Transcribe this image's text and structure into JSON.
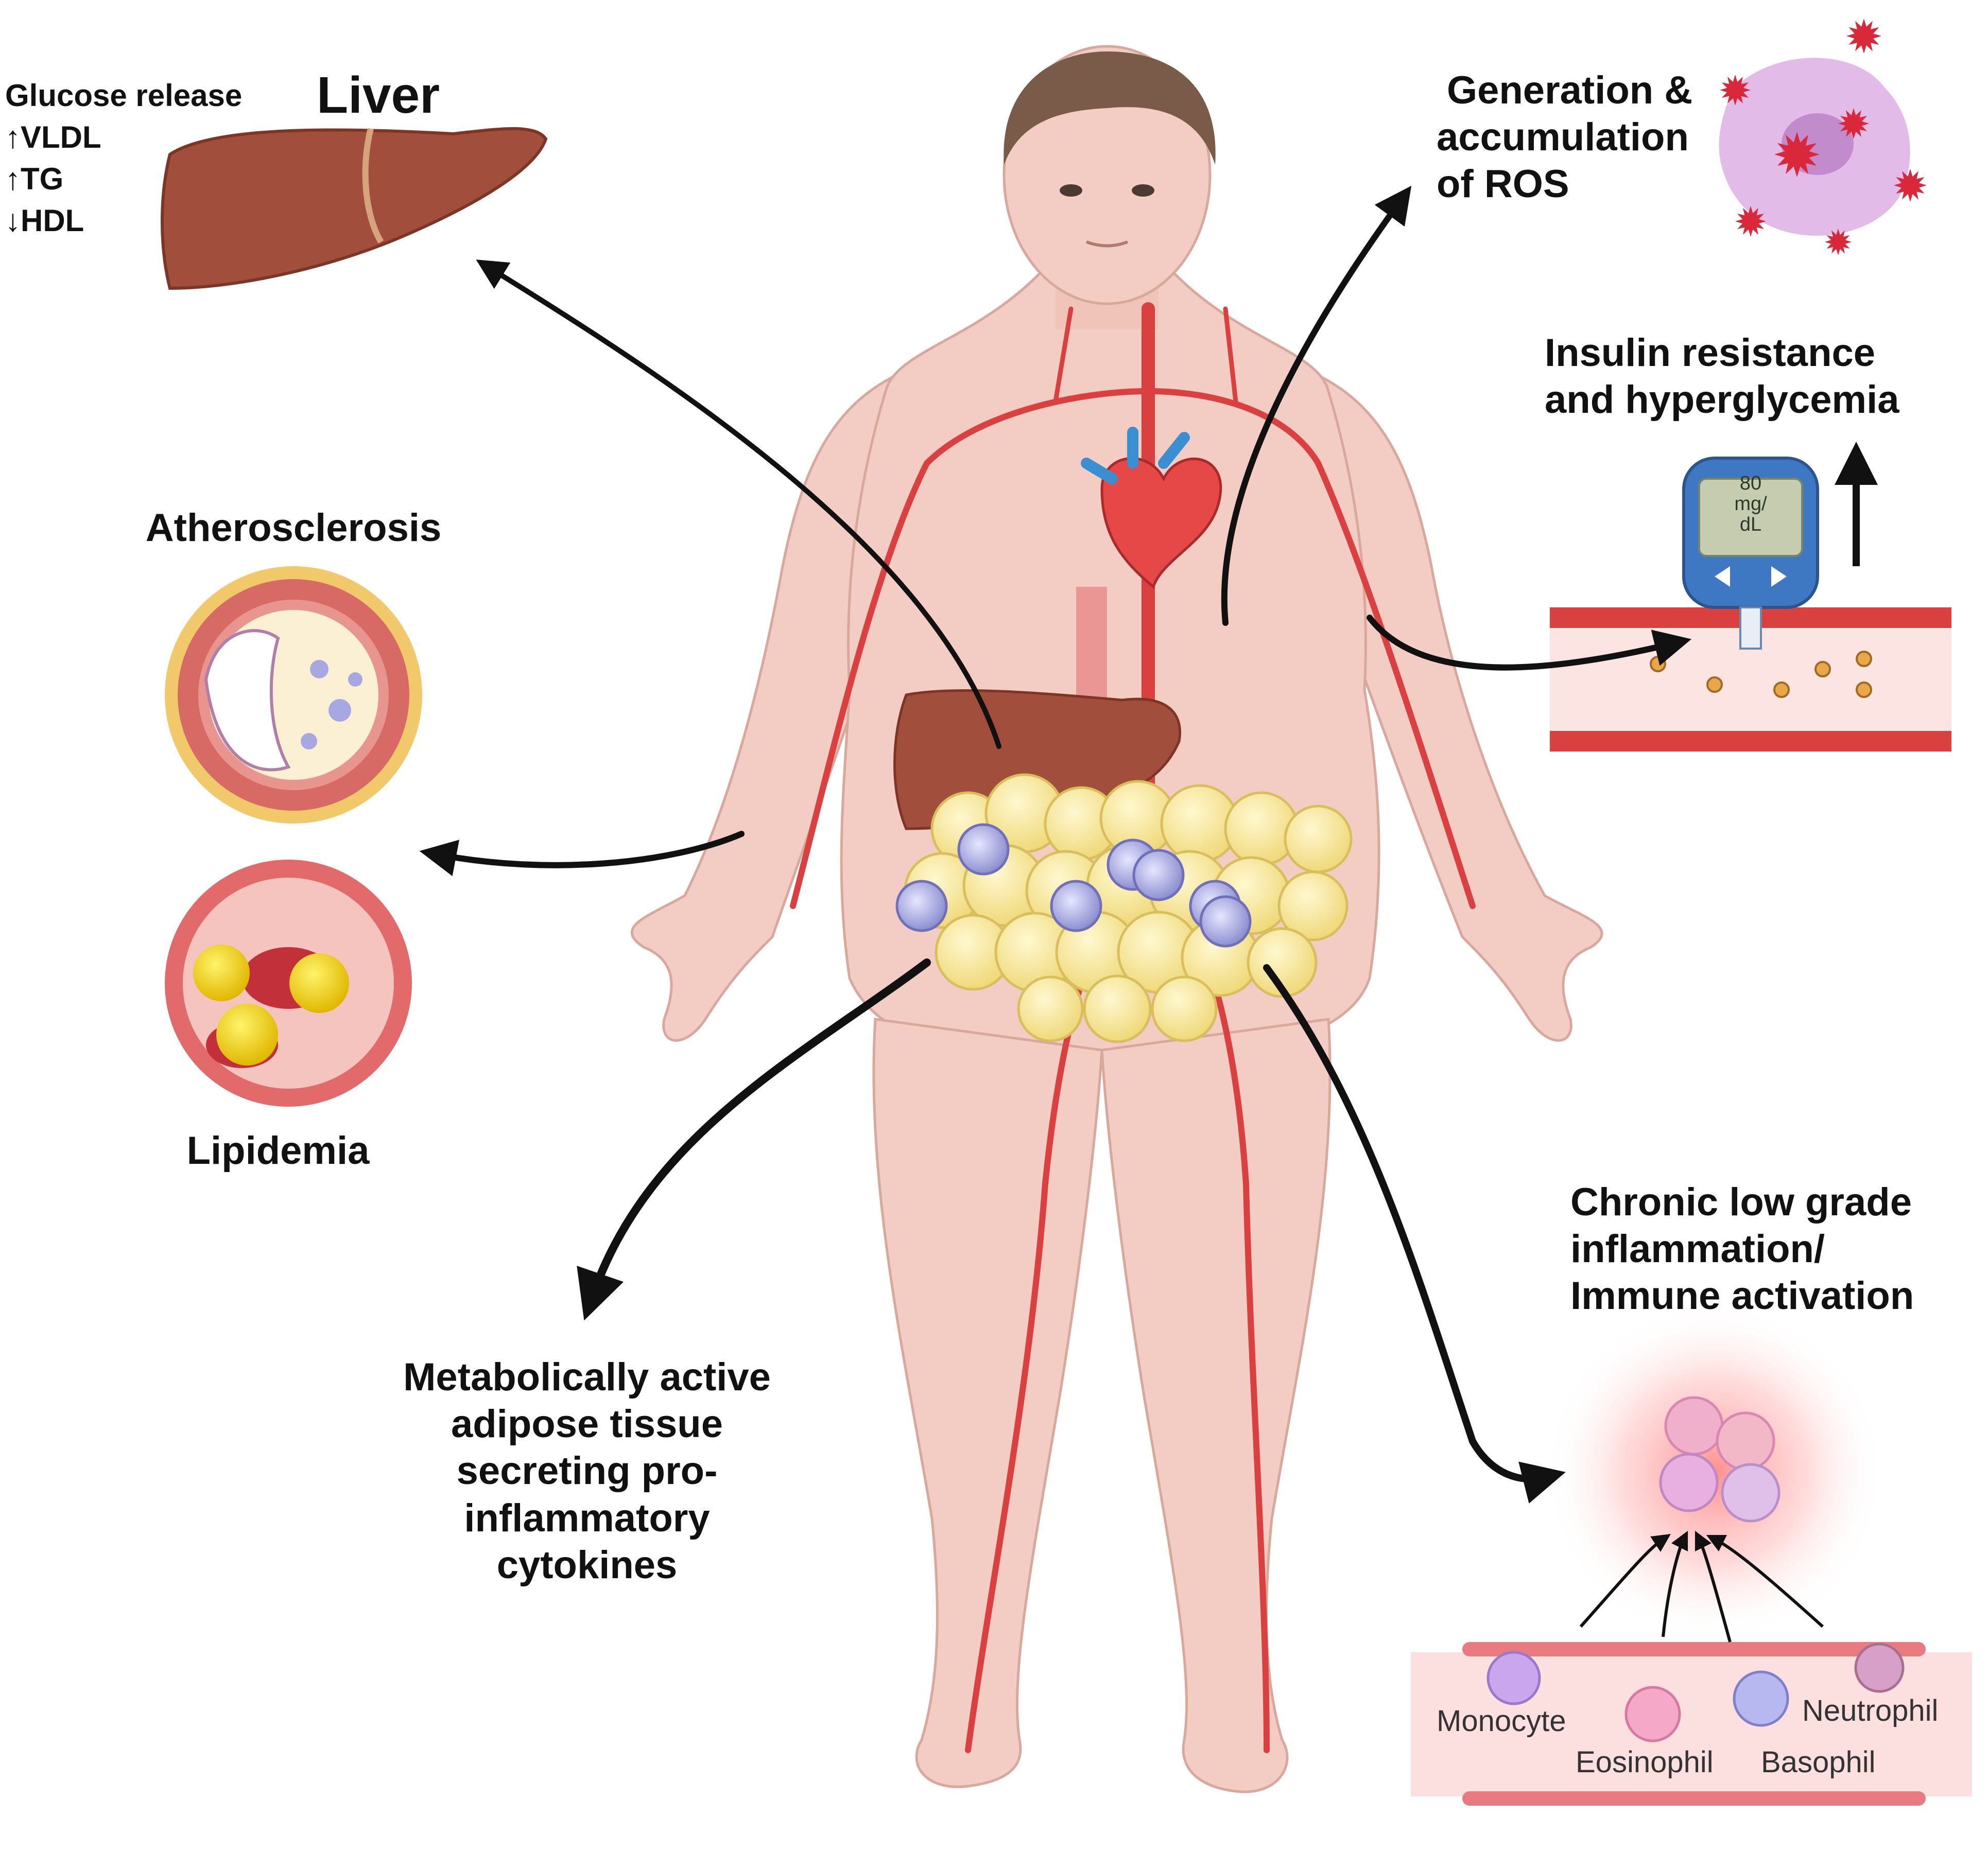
{
  "liver": {
    "title": "Liver",
    "effects": [
      "Glucose release",
      "↑VLDL",
      "↑TG",
      "↓HDL"
    ]
  },
  "ros": {
    "lines": [
      "Generation &",
      "accumulation",
      "of ROS"
    ]
  },
  "insulin": {
    "lines": [
      "Insulin resistance",
      "and hyperglycemia"
    ],
    "meter_value": "80",
    "meter_unit": [
      "mg/",
      "dL"
    ]
  },
  "atherosclerosis": {
    "label": "Atherosclerosis"
  },
  "lipidemia": {
    "label": "Lipidemia"
  },
  "adipose": {
    "lines": [
      "Metabolically active",
      "adipose tissue",
      "secreting pro-",
      "inflammatory",
      "cytokines"
    ]
  },
  "inflammation": {
    "lines": [
      "Chronic low grade",
      "inflammation/",
      "Immune activation"
    ],
    "cells": {
      "monocyte": "Monocyte",
      "eosinophil": "Eosinophil",
      "basophil": "Basophil",
      "neutrophil": "Neutrophil"
    }
  },
  "colors": {
    "skin": "#f3cdc4",
    "artery": "#d9403f",
    "liver": "#a24e3c",
    "adipocyte": "#f5e49a",
    "immune_cell": "#9a9ad8",
    "ros": "#d8283a",
    "arrow": "#111111"
  }
}
